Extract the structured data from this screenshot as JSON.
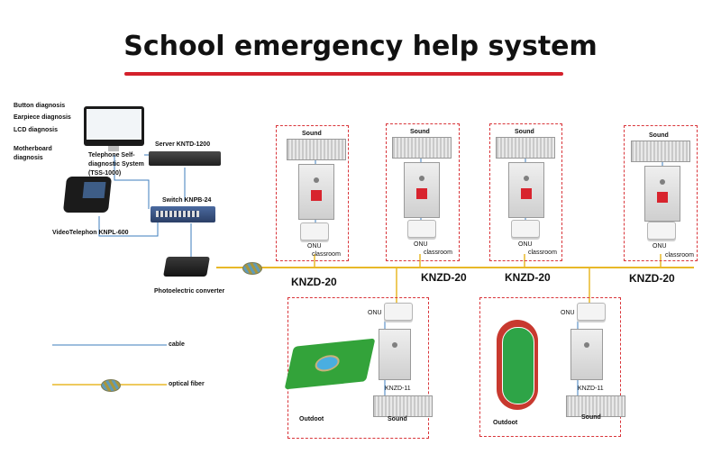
{
  "title": "School emergency help system",
  "colors": {
    "cable": "#3d7dbd",
    "fiber": "#e8b828",
    "accent": "#d4202b",
    "box_border": "#d9353a"
  },
  "diagnostics": [
    "Button diagnosis",
    "Earpiece diagnosis",
    "LCD  diagnosis",
    "Motherboard diagnosis"
  ],
  "devices": {
    "tss": "Telephone Self-diagnostic System (TSS-1000)",
    "tss_line1": "Telephone Self-",
    "tss_line2": "diagnostic System",
    "tss_line3": "(TSS-1000)",
    "server": "Server KNTD-1200",
    "switch": "Switch KNPB-24",
    "videophone": "VideoTelephon KNPL-600",
    "converter": "Photoelectric converter"
  },
  "classroom_units": [
    {
      "sound": "Sound",
      "onu": "ONU",
      "room": "classroom",
      "model": "KNZD-20"
    },
    {
      "sound": "Sound",
      "onu": "ONU",
      "room": "classroom",
      "model": "KNZD-20"
    },
    {
      "sound": "Sound",
      "onu": "ONU",
      "room": "classroom",
      "model": "KNZD-20"
    },
    {
      "sound": "Sound",
      "onu": "ONU",
      "room": "classroom",
      "model": "KNZD-20"
    }
  ],
  "outdoor_units": [
    {
      "onu": "ONU",
      "model": "KNZD-11",
      "sound": "Sound",
      "place": "Outdoot"
    },
    {
      "onu": "ONU",
      "model": "KNZD-11",
      "sound": "Sound",
      "place": "Outdoot"
    }
  ],
  "legend": {
    "cable": "cable",
    "fiber": "optical fiber"
  }
}
